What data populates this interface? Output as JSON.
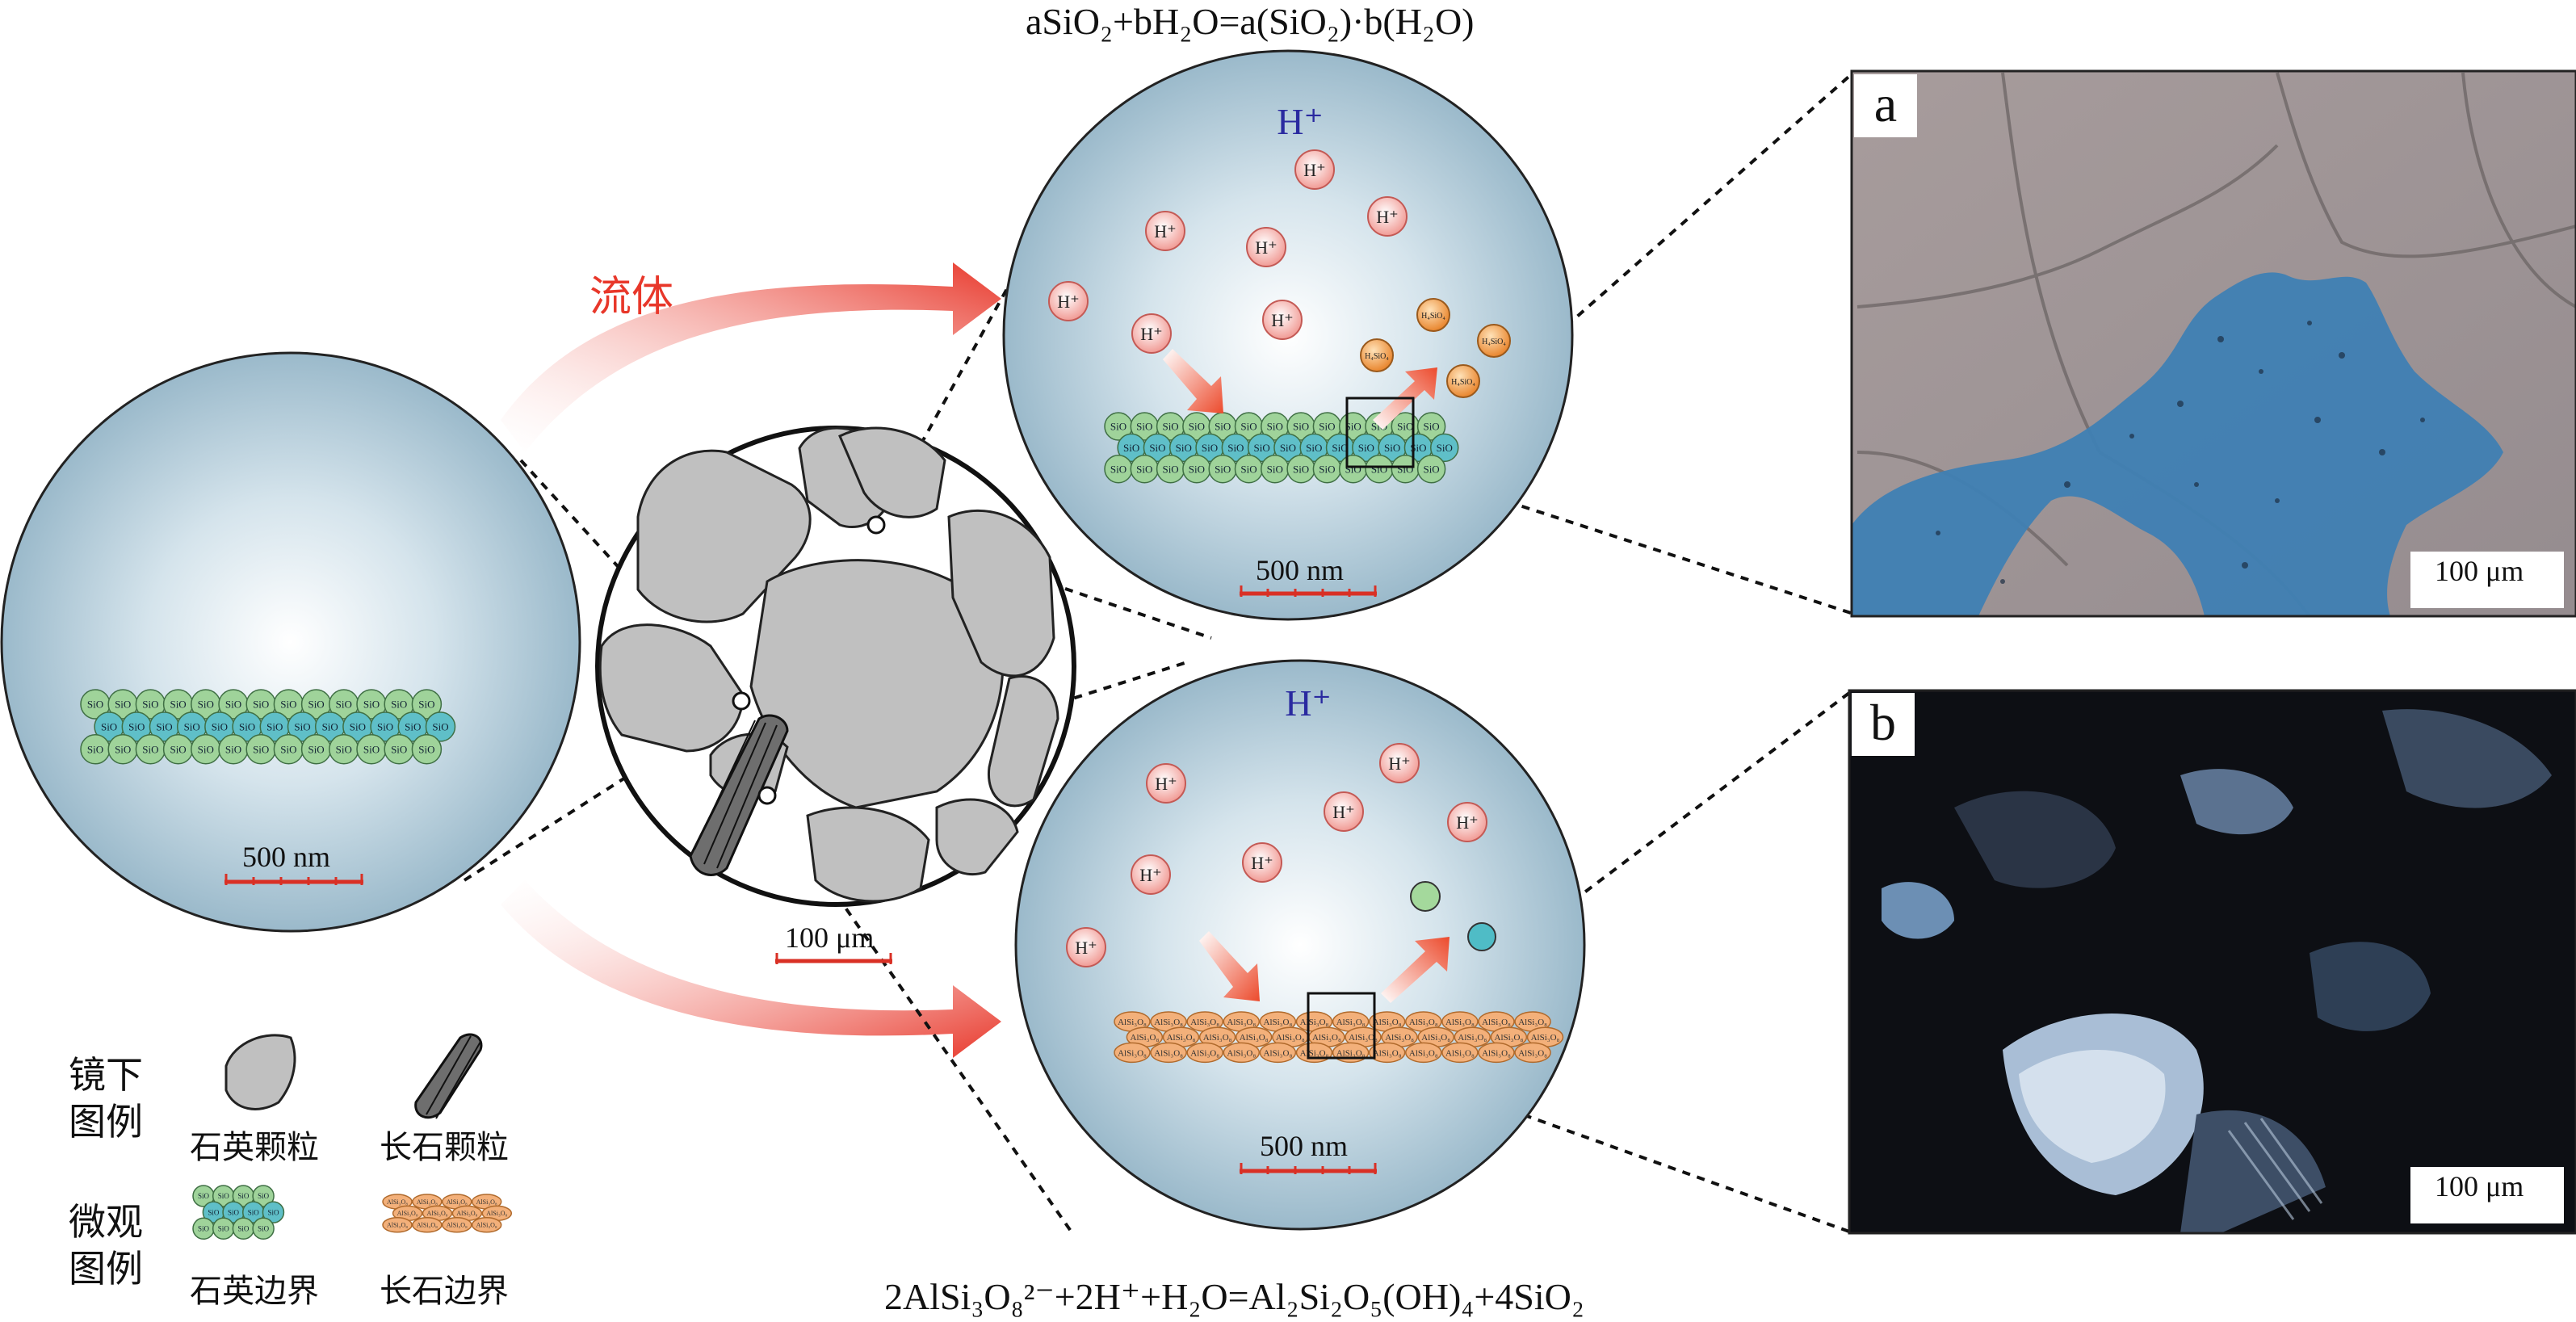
{
  "equations": {
    "top": "aSiO₂+bH₂O=a(SiO₂)·b(H₂O)",
    "bottom": "2AlSi₃O₈²⁻+2H⁺+H₂O=Al₂Si₂O₅(OH)₄+4SiO₂"
  },
  "fluid_label": "流体",
  "ion_labels": {
    "h_plus": "H⁺",
    "silica_particle": "SiO",
    "silicic_acid": "H₄SiO₄",
    "quartz_cell": "SiO",
    "feldspar_cell": "AlSi₃O₈"
  },
  "scale_bars": {
    "left_circle": "500 nm",
    "center_circle": "100 μm",
    "top_right_circle": "500 nm",
    "bottom_right_circle": "500 nm",
    "photo_a": "100 μm",
    "photo_b": "100 μm"
  },
  "panel_labels": {
    "a": "a",
    "b": "b"
  },
  "legend": {
    "micro_title": "镜下图例",
    "quartz_grain": "石英颗粒",
    "feldspar_grain": "长石颗粒",
    "micro_view_title": "微观图例",
    "quartz_boundary": "石英边界",
    "feldspar_boundary": "长石边界"
  },
  "colors": {
    "arrow_red": "#e8372a",
    "quartz_green": "#9fd39a",
    "quartz_teal": "#5fbfc8",
    "feldspar_orange": "#f3b07a",
    "h_pink": "#f6b9b4",
    "fluid_blue_photo": "#3f7fb3",
    "h_label_blue": "#2a2aa0"
  }
}
